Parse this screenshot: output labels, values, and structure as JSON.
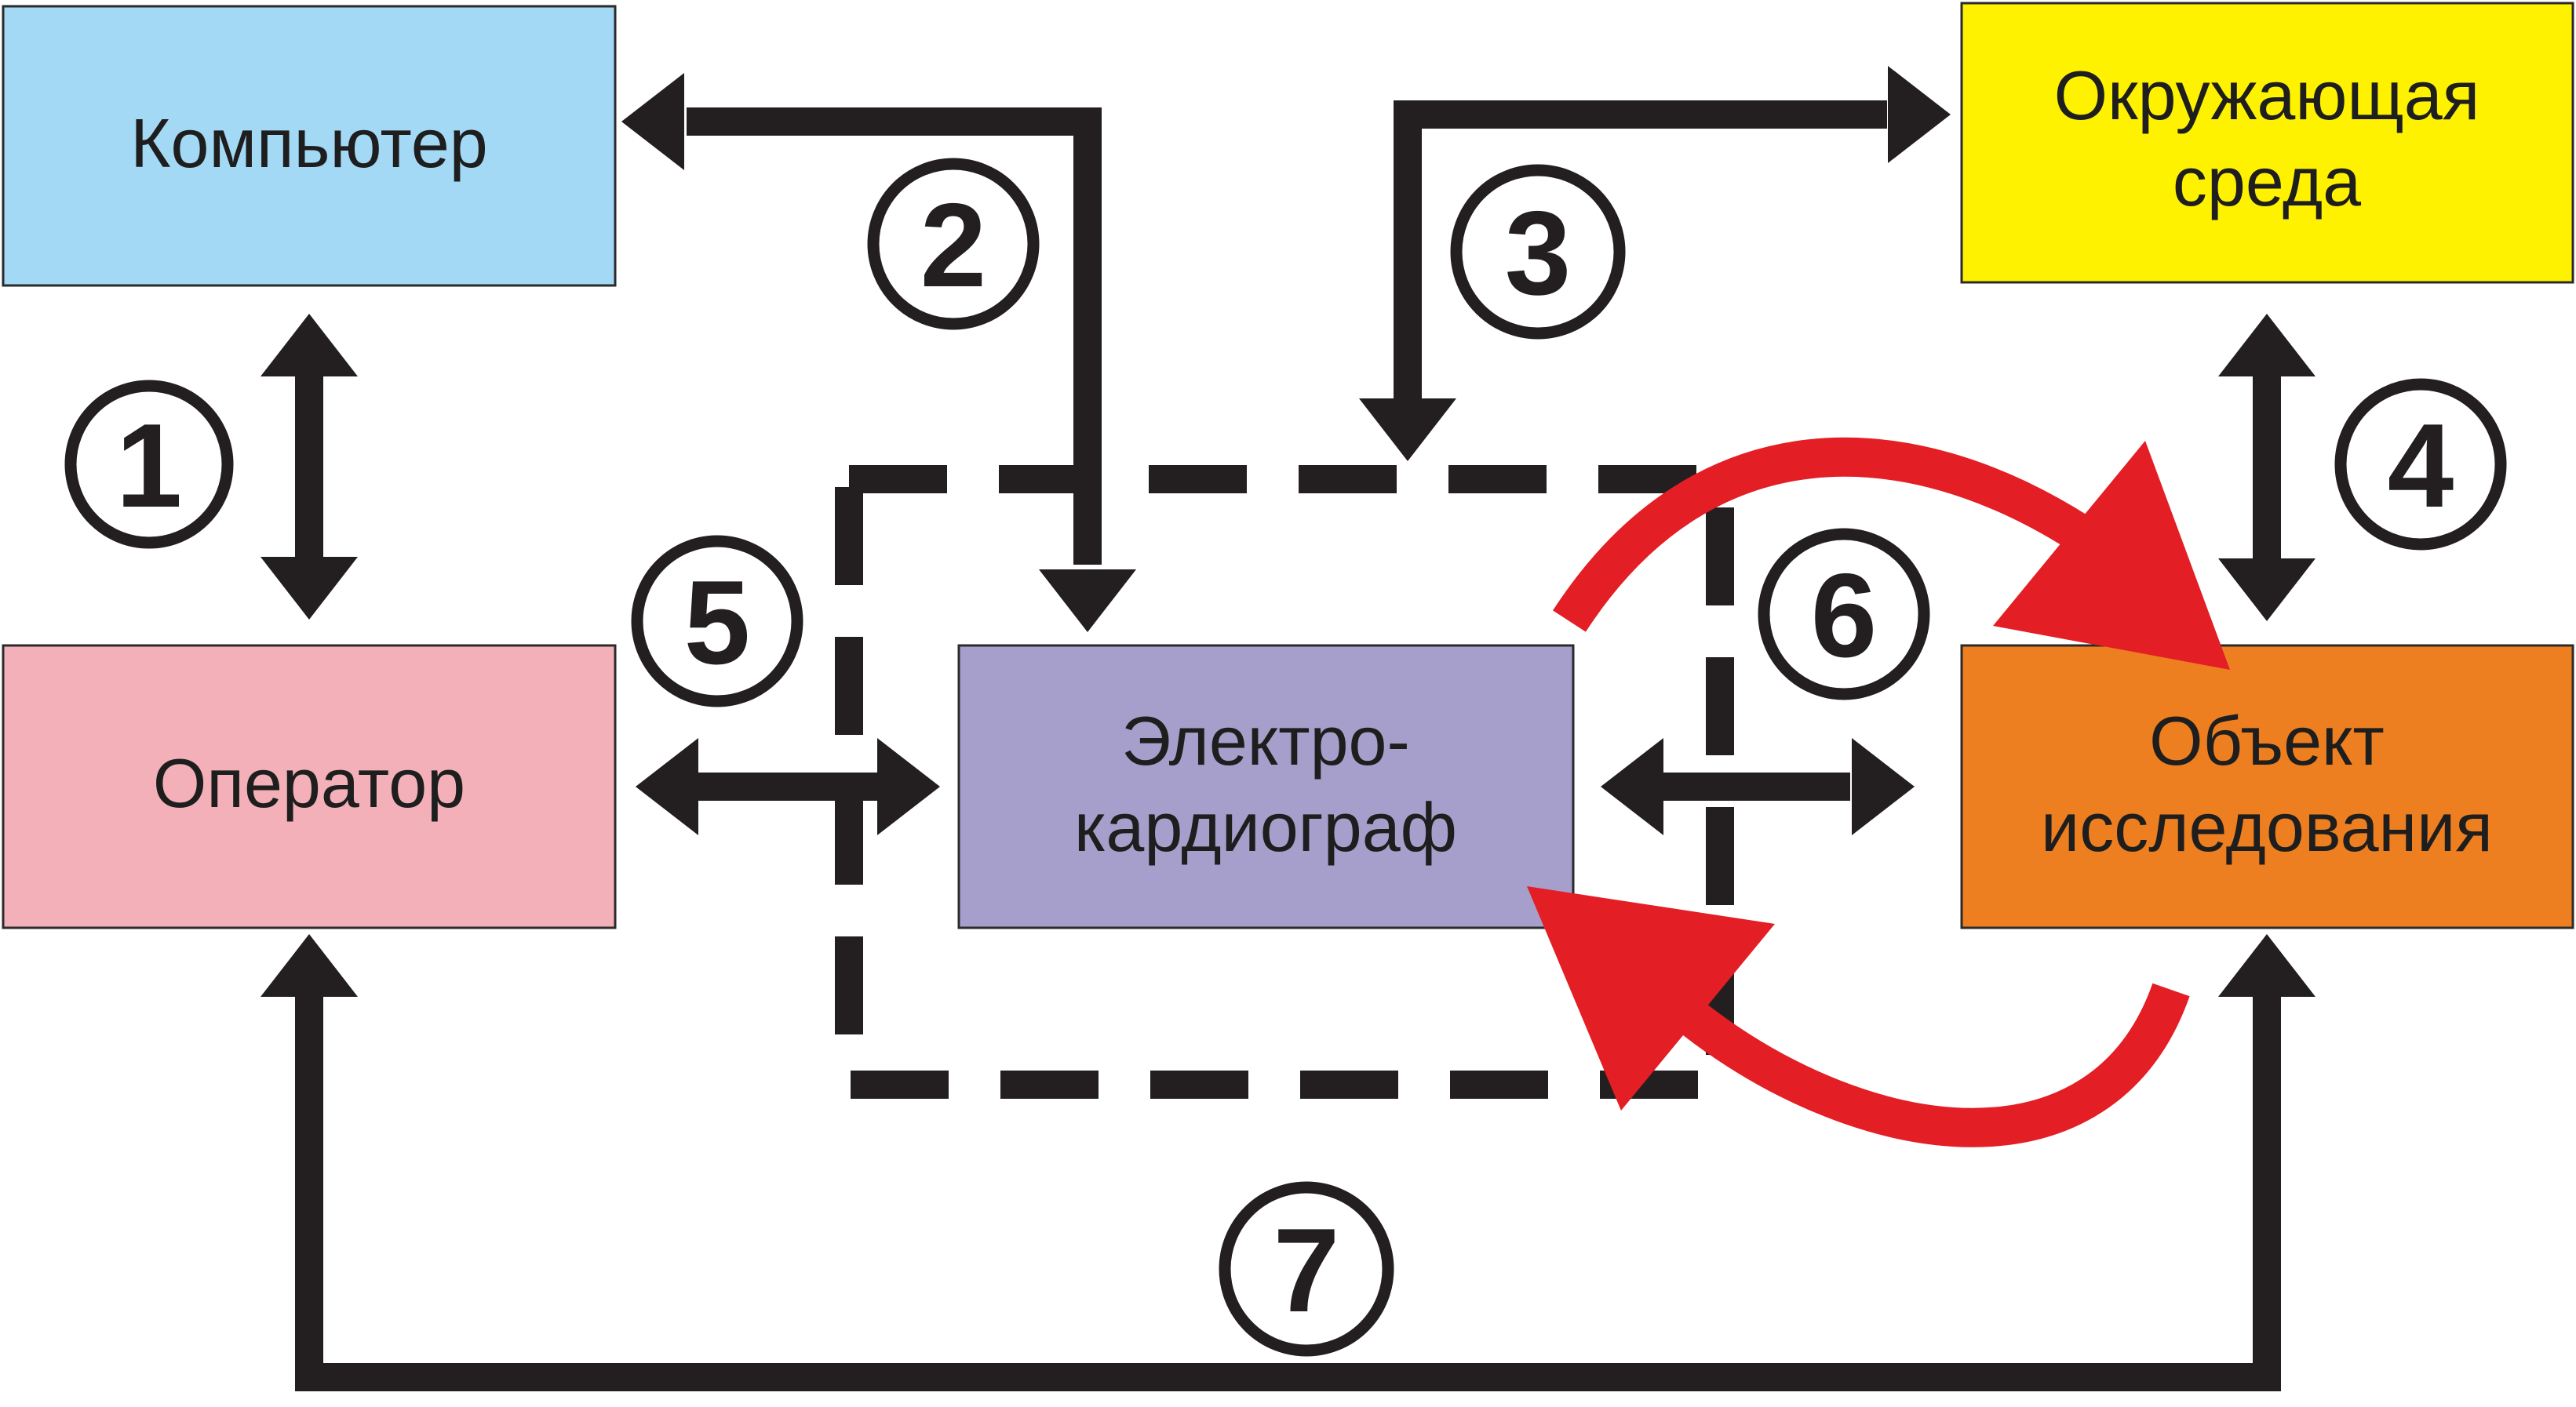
{
  "diagram": {
    "blocks": {
      "computer": {
        "label": "Компьютер",
        "color": "#a3d9f5"
      },
      "environment": {
        "line1": "Окружающая",
        "line2": "среда",
        "color": "#fff200"
      },
      "operator": {
        "label": "Оператор",
        "color": "#f4b0b9"
      },
      "ecg": {
        "line1": "Электро-",
        "line2": "кардиограф",
        "color": "#a69fcb"
      },
      "object": {
        "line1": "Объект",
        "line2": "исследования",
        "color": "#ee7f20"
      }
    },
    "links": [
      "1",
      "2",
      "3",
      "4",
      "5",
      "6",
      "7"
    ],
    "colors": {
      "arrow": "#231f20",
      "feedback": "#e31e24"
    }
  }
}
